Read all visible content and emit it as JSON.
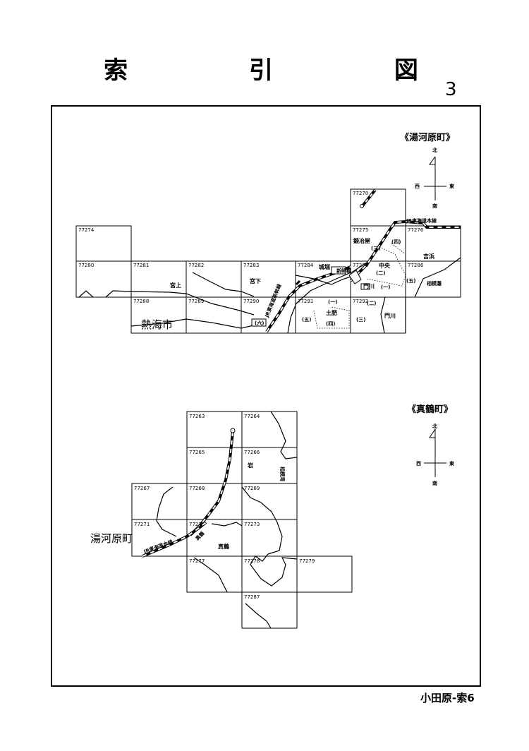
{
  "header": {
    "title": "索 引 図",
    "page_number": "3"
  },
  "footer": {
    "sheet_id": "小田原-索6"
  },
  "north_section": {
    "region": "《湯河原町》",
    "compass": {
      "n": "北",
      "s": "南",
      "e": "東",
      "w": "西"
    },
    "city_label": "熱海市",
    "rail_label": "JR東海道本線",
    "shinkansen_label": "JR東海道新幹線",
    "tiles": [
      {
        "id": "77270"
      },
      {
        "id": "77274"
      },
      {
        "id": "77275"
      },
      {
        "id": "77276"
      },
      {
        "id": "77280"
      },
      {
        "id": "77281"
      },
      {
        "id": "77282"
      },
      {
        "id": "77283"
      },
      {
        "id": "77284"
      },
      {
        "id": "77285"
      },
      {
        "id": "77286"
      },
      {
        "id": "77288"
      },
      {
        "id": "77289"
      },
      {
        "id": "77290"
      },
      {
        "id": "77291"
      },
      {
        "id": "77292"
      }
    ],
    "places": {
      "kajiya": "鍛冶屋",
      "yoshihama": "吉浜",
      "miyagami": "宮上",
      "miyashita": "宮下",
      "shirobori": "城堀",
      "chuo": "中央",
      "monkawa1": "門川",
      "monkawa2": "門川",
      "dohi": "土肥",
      "sagaminada": "相模灘",
      "shinsakibashi": "新崎橋"
    },
    "districts": {
      "d1": "(三)",
      "d2": "(四)",
      "d3": "(二)",
      "d4": "(五)",
      "d5": "(一)",
      "d6": "(一)",
      "d7": "(五)",
      "d8": "(四)",
      "d9": "(二)",
      "d10": "(三)",
      "d11": "(六)"
    }
  },
  "south_section": {
    "region": "《真鶴町》",
    "compass": {
      "n": "北",
      "s": "南",
      "e": "東",
      "w": "西"
    },
    "town_label": "湯河原町",
    "rail_label": "JR東海道本線",
    "tiles": [
      {
        "id": "77263"
      },
      {
        "id": "77264"
      },
      {
        "id": "77265"
      },
      {
        "id": "77266"
      },
      {
        "id": "77267"
      },
      {
        "id": "77268"
      },
      {
        "id": "77269"
      },
      {
        "id": "77271"
      },
      {
        "id": "77272"
      },
      {
        "id": "77273"
      },
      {
        "id": "77277"
      },
      {
        "id": "77278"
      },
      {
        "id": "77279"
      },
      {
        "id": "77287"
      }
    ],
    "places": {
      "iwa": "岩",
      "sagamiwan": "相模湾",
      "manazuru": "真鶴",
      "station": "真鶴"
    }
  }
}
